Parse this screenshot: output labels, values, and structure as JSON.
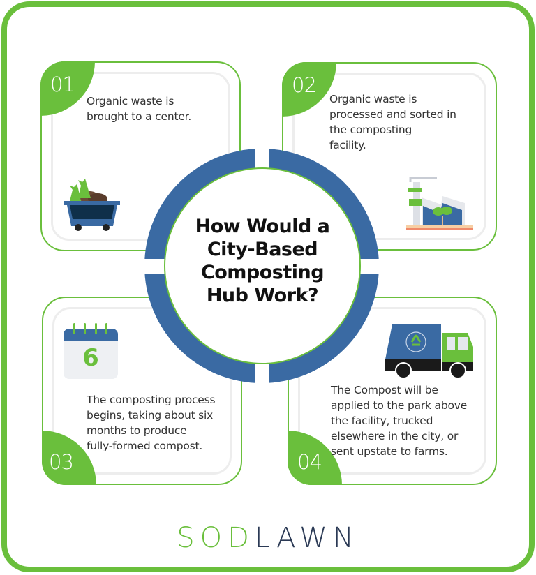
{
  "infographic": {
    "title": "How Would a City-Based Composting Hub Work?",
    "title_lines": [
      "How Would a",
      "City-Based",
      "Composting",
      "Hub Work?"
    ],
    "colors": {
      "accent_green": "#6abf3c",
      "ring_blue": "#3a6aa3",
      "dark_navy": "#2b3a55",
      "inner_border_gray": "#ededed",
      "text": "#333333"
    },
    "steps": [
      {
        "number": "01",
        "lines": [
          "Organic waste is",
          "brought to a center."
        ],
        "icon": "dumpster-with-waste-bags-icon"
      },
      {
        "number": "02",
        "lines": [
          "Organic waste is",
          "processed and sorted in",
          "the composting",
          "facility."
        ],
        "icon": "composting-facility-icon"
      },
      {
        "number": "03",
        "lines": [
          "The composting process",
          "begins, taking about six",
          "months to produce",
          "fully-formed compost."
        ],
        "icon": "calendar-icon",
        "icon_text": "6"
      },
      {
        "number": "04",
        "lines": [
          "The Compost will be",
          "applied to the park above",
          "the facility, trucked",
          "elsewhere in the city, or",
          "sent upstate to farms."
        ],
        "icon": "recycling-truck-icon"
      }
    ]
  },
  "brand": {
    "part1": "SOD",
    "part2": "LAWN"
  }
}
